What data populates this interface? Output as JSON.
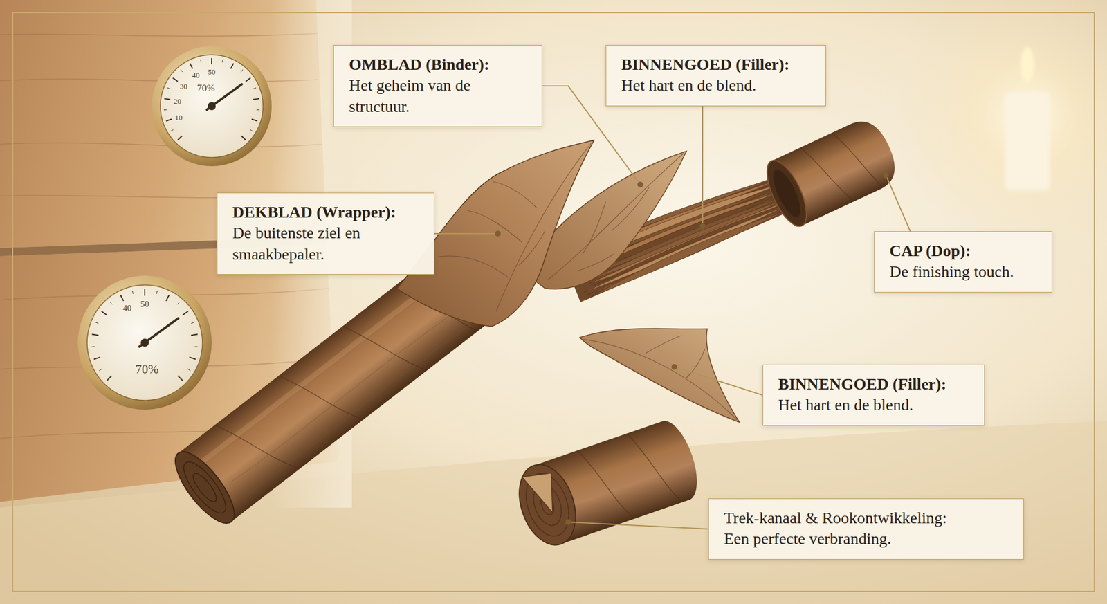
{
  "diagram": {
    "nodes": [
      {
        "text": [
          "OMBLAD (Binder):",
          "Het geheim van de structuur."
        ]
      },
      {
        "text": [
          "BINNENGOED (Filler):",
          "Het hart en de blend."
        ]
      },
      {
        "text": [
          "DEKBLAD (Wrapper):",
          "De buitenste ziel en smaakbepaler."
        ]
      },
      {
        "text": [
          "CAP (Dop):",
          "De finishing touch."
        ]
      },
      {
        "text": [
          "BINNENGOED (Filler):",
          "Het hart en de blend."
        ]
      },
      {
        "text": [
          "Trek-kanaal & Rookontwikkeling:",
          "Een perfecte verbranding."
        ]
      }
    ],
    "labels": [
      "10",
      "20",
      "30",
      "40",
      "50",
      "70%",
      "40",
      "50",
      "70%"
    ]
  }
}
